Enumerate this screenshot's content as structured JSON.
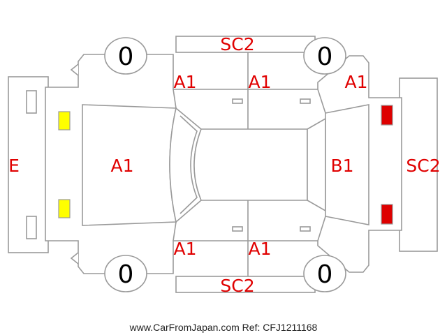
{
  "colors": {
    "outline": "#9a9a9a",
    "label": "#e00000",
    "front_lamp": "#ffff00",
    "rear_lamp": "#dd0000"
  },
  "tires": {
    "front_left": "0",
    "rear_left": "0",
    "front_right": "0",
    "rear_right": "0"
  },
  "labels": {
    "roof_top": "SC2",
    "roof_bottom": "SC2",
    "front_bumper": "E",
    "hood": "A1",
    "tailgate": "B1",
    "rear_bumper": "SC2",
    "front_door_top": "A1",
    "rear_door_top": "A1",
    "rear_quarter_top": "A1",
    "front_door_bottom": "A1",
    "rear_door_bottom": "A1"
  },
  "footer": "www.CarFromJapan.com Ref: CFJ1211168"
}
